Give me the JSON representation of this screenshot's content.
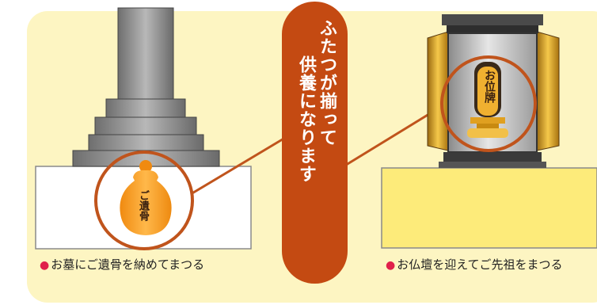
{
  "captions": {
    "left": "お墓にご遺骨を納めてまつる",
    "right": "お仏壇を迎えてご先祖をまつる",
    "bullet": "●"
  },
  "pill": {
    "col1": "ふたつが揃って",
    "col2": "供養になります"
  },
  "urn_label": "ご遺骨",
  "ihai_label": "お位牌",
  "colors": {
    "background": "#fdf5c2",
    "pill": "#c44a12",
    "circle": "#c0541c",
    "urn": "#f39a1b",
    "altar_base": "#fdeb7a",
    "stone_base": "#ffffff",
    "bullet": "#e0204a"
  }
}
